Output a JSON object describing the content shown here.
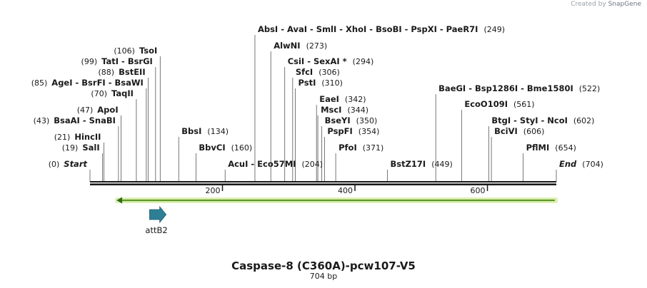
{
  "credit": {
    "prefix": "Created by",
    "brand": "SnapGene"
  },
  "title": "Caspase-8 (C360A)-pcw107-V5",
  "subtitle": "704 bp",
  "sequence_length": 704,
  "scale_ticks": [
    {
      "pos": 200,
      "label": "200"
    },
    {
      "pos": 400,
      "label": "400"
    },
    {
      "pos": 600,
      "label": "600"
    }
  ],
  "ends": [
    {
      "pos": 0,
      "name": "Start",
      "num": "(0)"
    },
    {
      "pos": 704,
      "name": "End",
      "num": "(704)"
    }
  ],
  "sites": [
    {
      "pos": 19,
      "names": "SalI",
      "num": "(19)"
    },
    {
      "pos": 21,
      "names": "HincII",
      "num": "(21)"
    },
    {
      "pos": 43,
      "names": "BsaAI  -  SnaBI",
      "num": "(43)"
    },
    {
      "pos": 47,
      "names": "ApoI",
      "num": "(47)"
    },
    {
      "pos": 70,
      "names": "TaqII",
      "num": "(70)"
    },
    {
      "pos": 85,
      "names": "AgeI  -  BsrFI  -  BsaWI",
      "num": "(85)"
    },
    {
      "pos": 88,
      "names": "BstEII",
      "num": "(88)"
    },
    {
      "pos": 99,
      "names": "TatI  -  BsrGI",
      "num": "(99)"
    },
    {
      "pos": 106,
      "names": "TsoI",
      "num": "(106)"
    },
    {
      "pos": 134,
      "names": "BbsI",
      "num": "(134)"
    },
    {
      "pos": 160,
      "names": "BbvCI",
      "num": "(160)"
    },
    {
      "pos": 204,
      "names": "AcuI  -  Eco57MI",
      "num": "(204)"
    },
    {
      "pos": 249,
      "names": "AbsI  -  AvaI  -  SmlI  -  XhoI  -  BsoBI  -  PspXI  -  PaeR7I",
      "num": "(249)"
    },
    {
      "pos": 273,
      "names": "AlwNI",
      "num": "(273)"
    },
    {
      "pos": 294,
      "names": "CsiI  -  SexAI *",
      "num": "(294)"
    },
    {
      "pos": 306,
      "names": "SfcI",
      "num": "(306)"
    },
    {
      "pos": 310,
      "names": "PstI",
      "num": "(310)"
    },
    {
      "pos": 342,
      "names": "EaeI",
      "num": "(342)"
    },
    {
      "pos": 344,
      "names": "MscI",
      "num": "(344)"
    },
    {
      "pos": 350,
      "names": "BseYI",
      "num": "(350)"
    },
    {
      "pos": 354,
      "names": "PspFI",
      "num": "(354)"
    },
    {
      "pos": 371,
      "names": "PfoI",
      "num": "(371)"
    },
    {
      "pos": 449,
      "names": "BstZ17I",
      "num": "(449)"
    },
    {
      "pos": 522,
      "names": "BaeGI  -  Bsp1286I  -  Bme1580I",
      "num": "(522)"
    },
    {
      "pos": 561,
      "names": "EcoO109I",
      "num": "(561)"
    },
    {
      "pos": 602,
      "names": "BtgI  -  StyI  -  NcoI",
      "num": "(602)"
    },
    {
      "pos": 606,
      "names": "BciVI",
      "num": "(606)"
    },
    {
      "pos": 654,
      "names": "PflMI",
      "num": "(654)"
    }
  ],
  "features": [
    {
      "name": "",
      "start": 40,
      "end": 704,
      "direction": "reverse",
      "color": "#8dc63f"
    },
    {
      "name": "attB2",
      "start": 90,
      "end": 115,
      "direction": "forward",
      "color": "#2e7f96"
    }
  ],
  "colors": {
    "backbone": "#1a1a1a",
    "line": "#333333",
    "text": "#1a1a1a"
  }
}
